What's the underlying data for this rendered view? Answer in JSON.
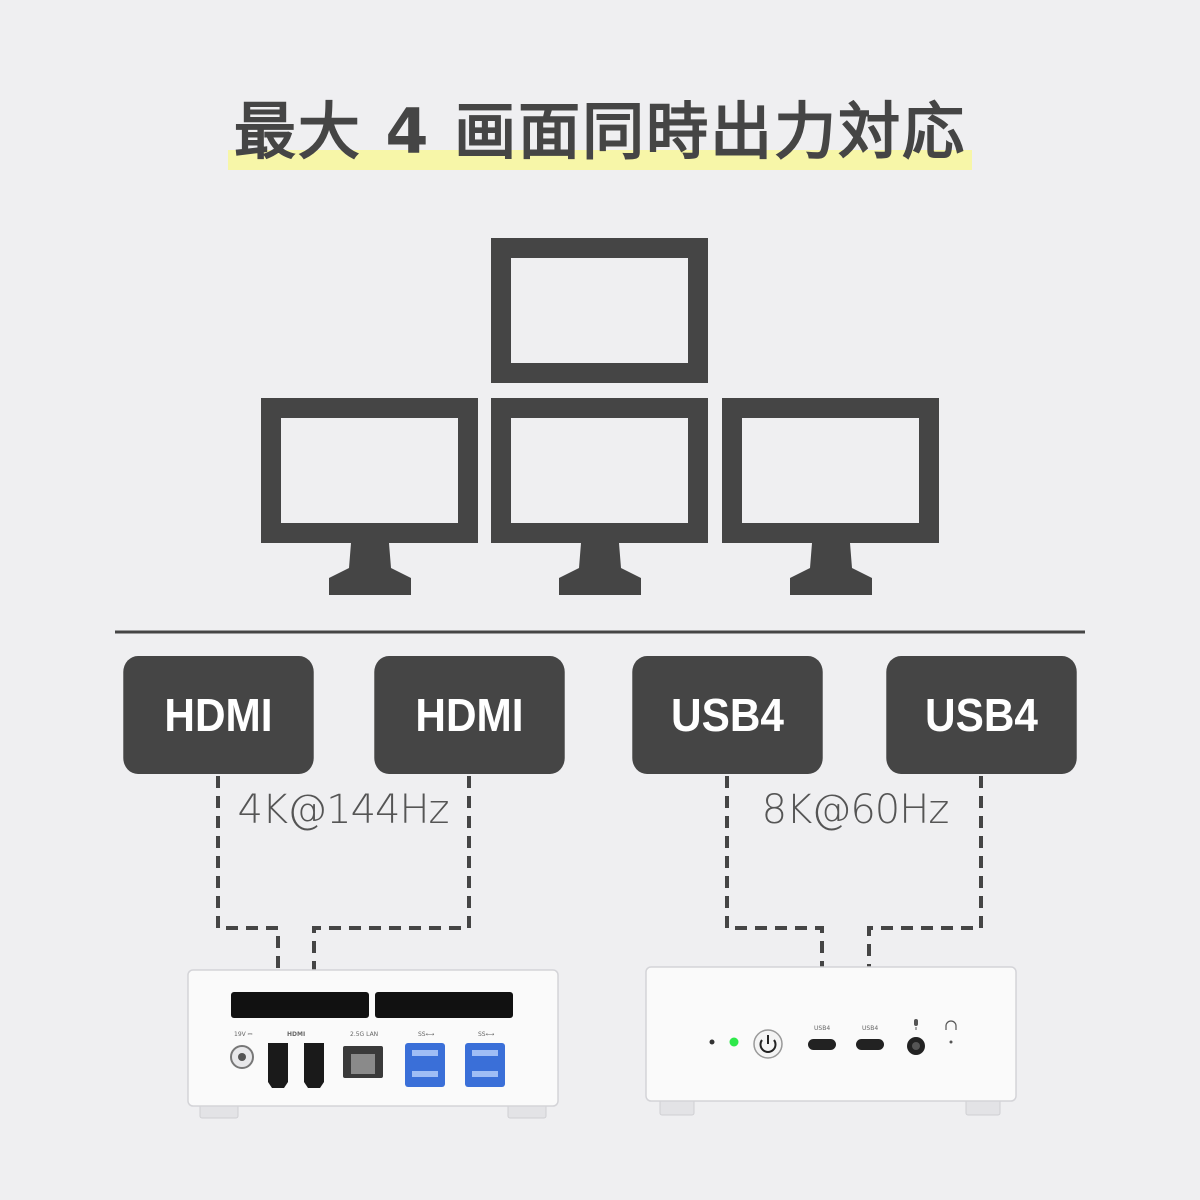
{
  "title": "最大 4 画面同時出力対応",
  "ports": [
    {
      "label": "HDMI"
    },
    {
      "label": "HDMI"
    },
    {
      "label": "USB4"
    },
    {
      "label": "USB4"
    }
  ],
  "specs": {
    "hdmi": "4K@144Hz",
    "usb4": "8K@60Hz"
  },
  "rear_panel": {
    "dc_label": "19V ⎓",
    "hdmi_label": "HDMI",
    "lan_label": "2.5G LAN",
    "usb_a_label_1": "SS⟷",
    "usb_a_label_2": "SS⟷"
  },
  "front_panel": {
    "usb4_label_1": "USB4",
    "usb4_label_2": "USB4"
  },
  "colors": {
    "background": "#efeff1",
    "dark": "#454545",
    "highlight": "#f7f6a8",
    "usb_blue": "#3a6fd8",
    "led_green": "#2ee84a"
  },
  "icons": [
    "monitor-icon",
    "power-icon",
    "microphone-icon",
    "headphone-icon"
  ]
}
